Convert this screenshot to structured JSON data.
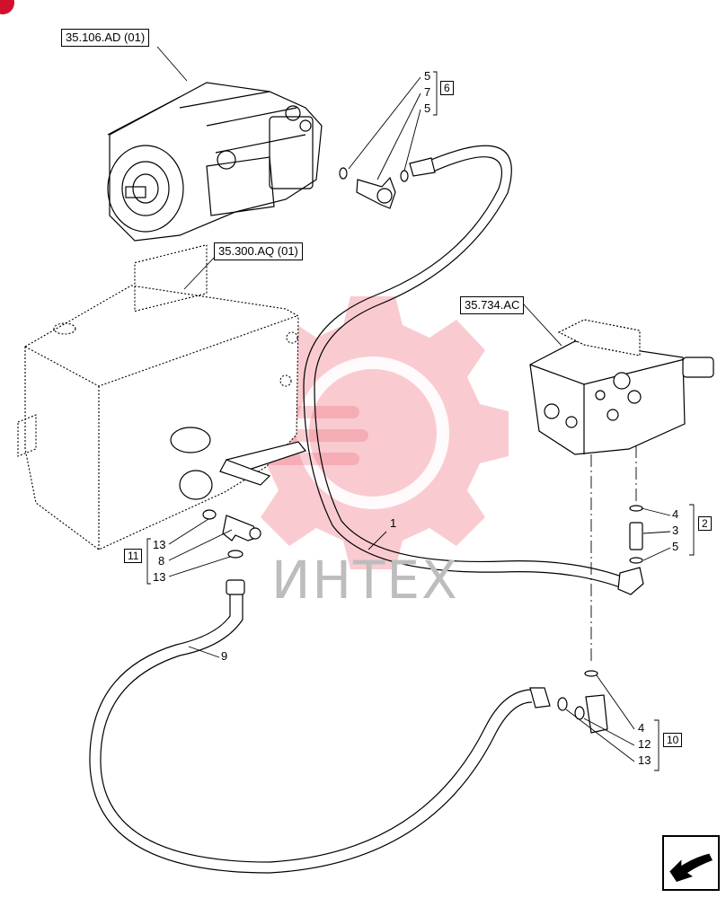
{
  "references": {
    "pump": "35.106.AD (01)",
    "housing": "35.300.AQ (01)",
    "valve": "35.734.AC"
  },
  "callouts": {
    "top_5a": "5",
    "top_7": "7",
    "top_5b": "5",
    "hose_1": "1",
    "right_4": "4",
    "right_3": "3",
    "right_5": "5",
    "left_13a": "13",
    "left_8": "8",
    "left_13b": "13",
    "hose_9": "9",
    "bottom_4": "4",
    "bottom_12": "12",
    "bottom_13": "13"
  },
  "groups": {
    "g6": "6",
    "g2": "2",
    "g11": "11",
    "g10": "10"
  },
  "watermark": {
    "text": "ИНТЕХ",
    "color": "#f4a7ae"
  },
  "icons": {
    "corner": "red-dot-icon",
    "nav": "navigate-arrow-icon"
  }
}
